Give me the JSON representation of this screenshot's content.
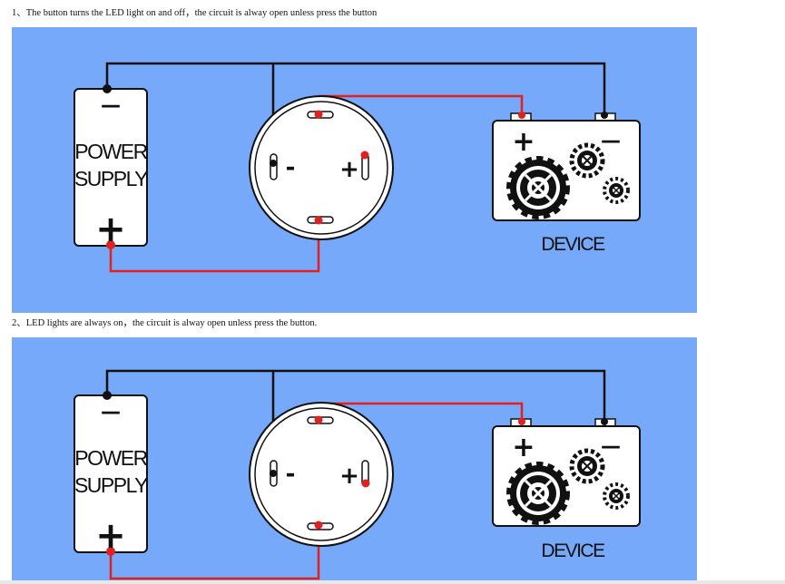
{
  "captions": {
    "first": "1、The button turns the LED light on and off，the circuit is alway open unless press the button",
    "second": "2、LED lights are always on，the circuit is alway open unless press the button."
  },
  "diagrams": [
    {
      "power_supply": {
        "line1": "POWER",
        "line2": "SUPPLY",
        "minus": "—",
        "plus": "+"
      },
      "switch": {
        "minus": "-",
        "plus": "+"
      },
      "device": {
        "label": "DEVICE",
        "plus": "+",
        "minus": "—"
      }
    },
    {
      "power_supply": {
        "line1": "POWER",
        "line2": "SUPPLY",
        "minus": "—",
        "plus": "+"
      },
      "switch": {
        "minus": "-",
        "plus": "+"
      },
      "device": {
        "label": "DEVICE",
        "plus": "+",
        "minus": "—"
      }
    }
  ],
  "colors": {
    "panel_background": "#76a9f9",
    "wire_positive": "#e32020",
    "wire_negative": "#111111",
    "component_fill": "#ffffff"
  }
}
